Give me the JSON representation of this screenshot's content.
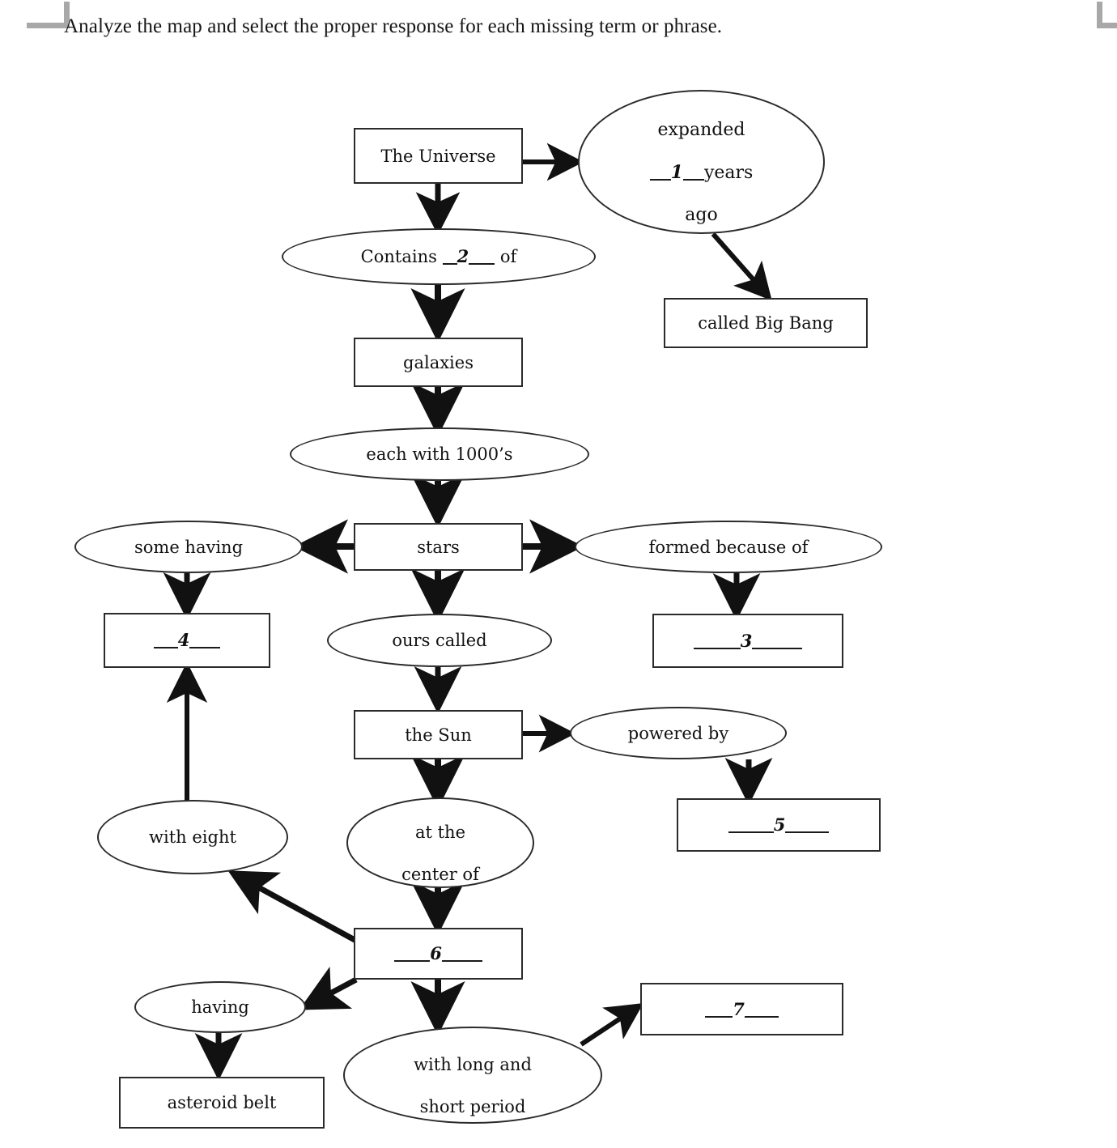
{
  "page": {
    "instruction": "Analyze the map and select the proper response for each missing term or phrase.",
    "corner_marks": [
      "top-left",
      "top-right"
    ],
    "background_color": "#ffffff",
    "line_color": "#2b2b2b"
  },
  "chart_data": {
    "type": "diagram",
    "title": "Analyze the map and select the proper response for each missing term or phrase.",
    "subtype": "concept-map",
    "node_shapes": [
      "box",
      "ellipse"
    ],
    "nodes": [
      {
        "id": "universe",
        "shape": "box",
        "text": "The Universe"
      },
      {
        "id": "expanded",
        "shape": "ellipse",
        "text": "expanded\n__1__ years\nago"
      },
      {
        "id": "bigbang",
        "shape": "box",
        "text": "called Big Bang"
      },
      {
        "id": "contains",
        "shape": "ellipse",
        "text": "Contains __2___ of"
      },
      {
        "id": "galaxies",
        "shape": "box",
        "text": "galaxies"
      },
      {
        "id": "eachwith",
        "shape": "ellipse",
        "text": "each with 1000’s"
      },
      {
        "id": "stars",
        "shape": "box",
        "text": "stars"
      },
      {
        "id": "somehaving",
        "shape": "ellipse",
        "text": "some having"
      },
      {
        "id": "blank4",
        "shape": "box",
        "text": "__4__"
      },
      {
        "id": "formedbecause",
        "shape": "ellipse",
        "text": "formed because of"
      },
      {
        "id": "blank3",
        "shape": "box",
        "text": "___3___"
      },
      {
        "id": "ourscalled",
        "shape": "ellipse",
        "text": "ours called"
      },
      {
        "id": "thesun",
        "shape": "box",
        "text": "the Sun"
      },
      {
        "id": "poweredby",
        "shape": "ellipse",
        "text": "powered by"
      },
      {
        "id": "blank5",
        "shape": "box",
        "text": "___5___"
      },
      {
        "id": "witheight",
        "shape": "ellipse",
        "text": "with eight"
      },
      {
        "id": "atthecenter",
        "shape": "ellipse",
        "text": "at the\ncenter of"
      },
      {
        "id": "blank6",
        "shape": "box",
        "text": "___6___"
      },
      {
        "id": "having",
        "shape": "ellipse",
        "text": "having"
      },
      {
        "id": "asteroidbelt",
        "shape": "box",
        "text": "asteroid belt"
      },
      {
        "id": "withlong",
        "shape": "ellipse",
        "text": "with long and\nshort period"
      },
      {
        "id": "blank7",
        "shape": "box",
        "text": "__7__"
      }
    ],
    "edges": [
      {
        "from": "universe",
        "to": "expanded",
        "direction": "right"
      },
      {
        "from": "universe",
        "to": "contains",
        "direction": "down"
      },
      {
        "from": "expanded",
        "to": "bigbang",
        "direction": "down-right"
      },
      {
        "from": "contains",
        "to": "galaxies",
        "direction": "down"
      },
      {
        "from": "galaxies",
        "to": "eachwith",
        "direction": "down"
      },
      {
        "from": "eachwith",
        "to": "stars",
        "direction": "down"
      },
      {
        "from": "stars",
        "to": "somehaving",
        "direction": "left"
      },
      {
        "from": "stars",
        "to": "formedbecause",
        "direction": "right"
      },
      {
        "from": "stars",
        "to": "ourscalled",
        "direction": "down"
      },
      {
        "from": "somehaving",
        "to": "blank4",
        "direction": "down"
      },
      {
        "from": "formedbecause",
        "to": "blank3",
        "direction": "down"
      },
      {
        "from": "ourscalled",
        "to": "thesun",
        "direction": "down"
      },
      {
        "from": "thesun",
        "to": "poweredby",
        "direction": "right"
      },
      {
        "from": "thesun",
        "to": "atthecenter",
        "direction": "down"
      },
      {
        "from": "poweredby",
        "to": "blank5",
        "direction": "down"
      },
      {
        "from": "witheight",
        "to": "blank4",
        "direction": "up"
      },
      {
        "from": "atthecenter",
        "to": "blank6",
        "direction": "down"
      },
      {
        "from": "blank6",
        "to": "witheight",
        "direction": "up-left"
      },
      {
        "from": "blank6",
        "to": "having",
        "direction": "down-left"
      },
      {
        "from": "blank6",
        "to": "withlong",
        "direction": "down"
      },
      {
        "from": "having",
        "to": "asteroidbelt",
        "direction": "down"
      },
      {
        "from": "withlong",
        "to": "blank7",
        "direction": "up-right"
      }
    ],
    "blanks": [
      {
        "number": "1",
        "node": "expanded",
        "context": "expanded __1__ years ago"
      },
      {
        "number": "2",
        "node": "contains",
        "context": "Contains __2___ of"
      },
      {
        "number": "3",
        "node": "blank3",
        "context": "___3___"
      },
      {
        "number": "4",
        "node": "blank4",
        "context": "__4__"
      },
      {
        "number": "5",
        "node": "blank5",
        "context": "___5___"
      },
      {
        "number": "6",
        "node": "blank6",
        "context": "___6___"
      },
      {
        "number": "7",
        "node": "blank7",
        "context": "__7__"
      }
    ]
  },
  "nodes": {
    "universe": {
      "text": "The Universe"
    },
    "expanded": {
      "line1": "expanded",
      "blank": "1",
      "after": "years",
      "line3": "ago"
    },
    "bigbang": {
      "text": "called Big Bang"
    },
    "contains": {
      "before": "Contains",
      "blank": "2",
      "after": "of"
    },
    "galaxies": {
      "text": "galaxies"
    },
    "eachwith": {
      "text": "each with 1000’s"
    },
    "stars": {
      "text": "stars"
    },
    "somehaving": {
      "text": "some having"
    },
    "blank4": {
      "blank": "4"
    },
    "formedbecause": {
      "text": "formed because of"
    },
    "blank3": {
      "blank": "3"
    },
    "ourscalled": {
      "text": "ours called"
    },
    "thesun": {
      "text": "the Sun"
    },
    "poweredby": {
      "text": "powered by"
    },
    "blank5": {
      "blank": "5"
    },
    "witheight": {
      "text": "with eight"
    },
    "atthecenter": {
      "line1": "at the",
      "line2": "center of"
    },
    "blank6": {
      "blank": "6"
    },
    "having": {
      "text": "having"
    },
    "asteroidbelt": {
      "text": "asteroid belt"
    },
    "withlong": {
      "line1": "with long and",
      "line2": "short period"
    },
    "blank7": {
      "blank": "7"
    }
  }
}
